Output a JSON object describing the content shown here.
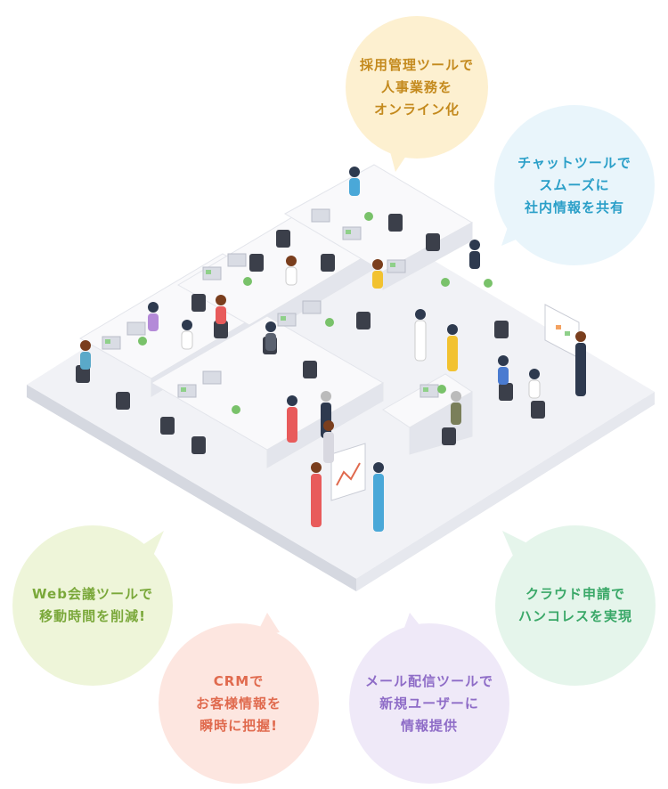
{
  "bubbles": [
    {
      "id": "recruitment",
      "text": "採用管理ツールで\n人事業務を\nオンライン化",
      "bg": "#fdf0d0",
      "color": "#c48a1e"
    },
    {
      "id": "chat",
      "text": "チャットツールで\nスムーズに\n社内情報を共有",
      "bg": "#e9f5fb",
      "color": "#2a9fc8"
    },
    {
      "id": "web-meeting",
      "text": "Web会議ツールで\n移動時間を削減!",
      "bg": "#eef5d9",
      "color": "#7aa83a"
    },
    {
      "id": "crm",
      "text": "CRMで\nお客様情報を\n瞬時に把握!",
      "bg": "#fde6e0",
      "color": "#e06a4e"
    },
    {
      "id": "mail",
      "text": "メール配信ツールで\n新規ユーザーに\n情報提供",
      "bg": "#efe9f8",
      "color": "#8e6cc7"
    },
    {
      "id": "cloud",
      "text": "クラウド申請で\nハンコレスを実現",
      "bg": "#e5f5eb",
      "color": "#3aa868"
    }
  ],
  "colors": {
    "floor_top": "#f1f2f6",
    "floor_side": "#dfe1e8",
    "desk": "#f7f7fa",
    "chair": "#3b3f4a",
    "monitor": "#d9dce4",
    "screen": "#8fd08a"
  }
}
